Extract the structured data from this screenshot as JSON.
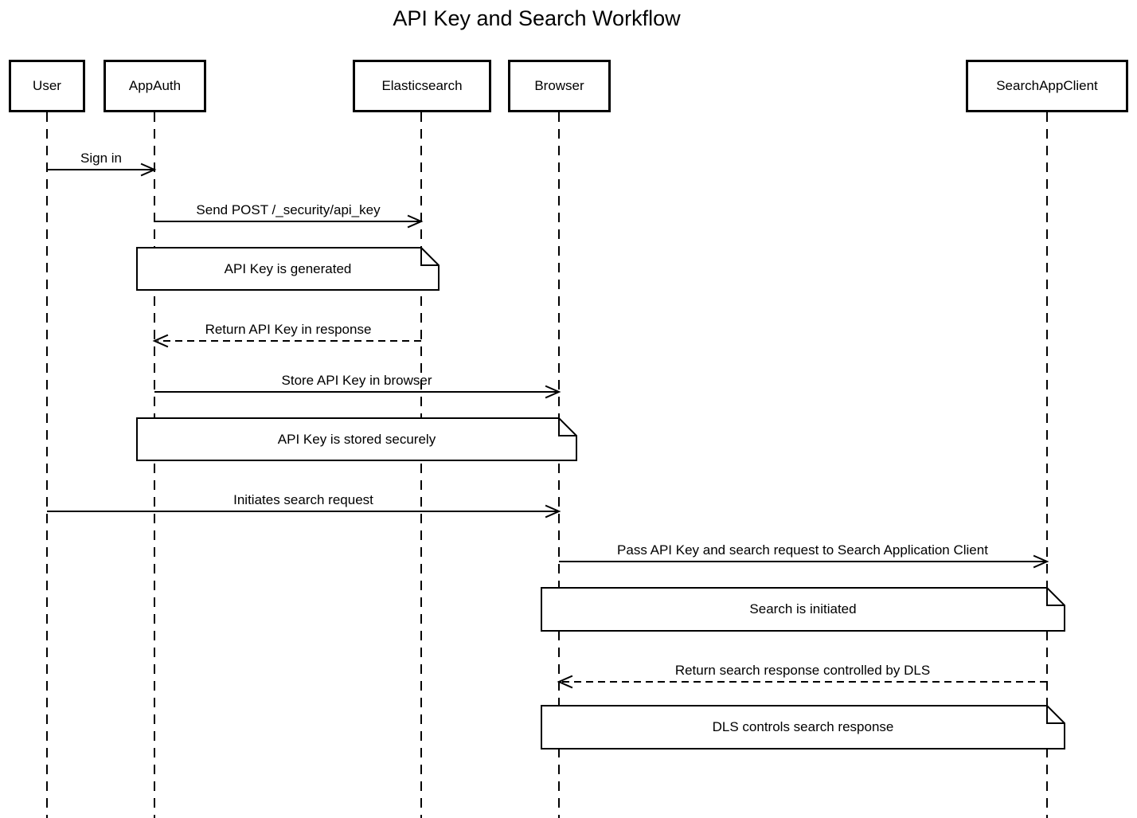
{
  "title": "API Key and Search Workflow",
  "colors": {
    "stroke": "#000000",
    "background": "#ffffff",
    "note_fill": "#ffffff"
  },
  "participants": [
    {
      "label": "User"
    },
    {
      "label": "AppAuth"
    },
    {
      "label": "Elasticsearch"
    },
    {
      "label": "Browser"
    },
    {
      "label": "SearchAppClient"
    }
  ],
  "messages": [
    {
      "label": "Sign in",
      "from": "User",
      "to": "AppAuth",
      "line": "solid"
    },
    {
      "label": "Send POST /_security/api_key",
      "from": "AppAuth",
      "to": "Elasticsearch",
      "line": "solid"
    },
    {
      "label": "Return API Key in response",
      "from": "Elasticsearch",
      "to": "AppAuth",
      "line": "dashed"
    },
    {
      "label": "Store API Key in browser",
      "from": "AppAuth",
      "to": "Browser",
      "line": "solid"
    },
    {
      "label": "Initiates search request",
      "from": "User",
      "to": "Browser",
      "line": "solid"
    },
    {
      "label": "Pass API Key and search request to Search Application Client",
      "from": "Browser",
      "to": "SearchAppClient",
      "line": "solid"
    },
    {
      "label": "Return search response controlled by DLS",
      "from": "SearchAppClient",
      "to": "Browser",
      "line": "dashed"
    }
  ],
  "notes": [
    {
      "label": "API Key is generated",
      "over": "AppAuth, Elasticsearch"
    },
    {
      "label": "API Key is stored securely",
      "over": "AppAuth, Browser"
    },
    {
      "label": "Search is initiated",
      "over": "Browser, SearchAppClient"
    },
    {
      "label": "DLS controls search response",
      "over": "Browser, SearchAppClient"
    }
  ]
}
